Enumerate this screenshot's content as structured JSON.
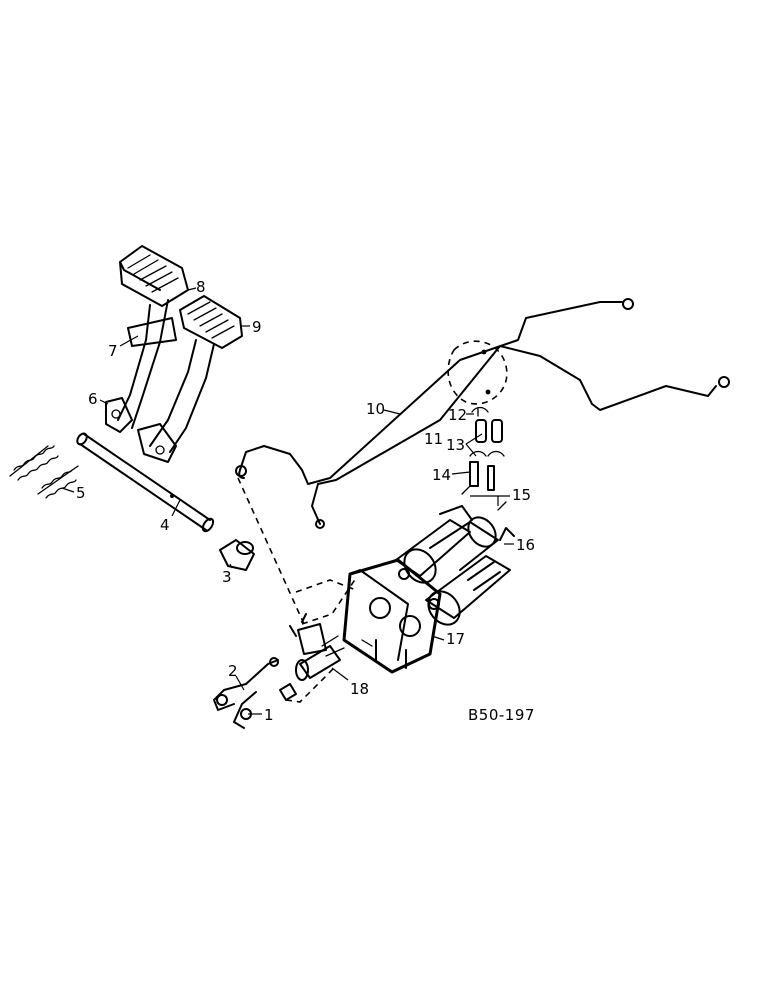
{
  "diagram": {
    "reference": "B50-197",
    "callouts": [
      {
        "id": "1",
        "label": "1"
      },
      {
        "id": "2",
        "label": "2"
      },
      {
        "id": "3",
        "label": "3"
      },
      {
        "id": "4",
        "label": "4"
      },
      {
        "id": "5",
        "label": "5"
      },
      {
        "id": "6",
        "label": "6"
      },
      {
        "id": "7",
        "label": "7"
      },
      {
        "id": "8",
        "label": "8"
      },
      {
        "id": "9",
        "label": "9"
      },
      {
        "id": "10",
        "label": "10"
      },
      {
        "id": "11",
        "label": "11"
      },
      {
        "id": "12",
        "label": "12"
      },
      {
        "id": "13",
        "label": "13"
      },
      {
        "id": "14",
        "label": "14"
      },
      {
        "id": "15",
        "label": "15"
      },
      {
        "id": "16",
        "label": "16"
      },
      {
        "id": "17",
        "label": "17"
      },
      {
        "id": "18",
        "label": "18"
      }
    ]
  }
}
